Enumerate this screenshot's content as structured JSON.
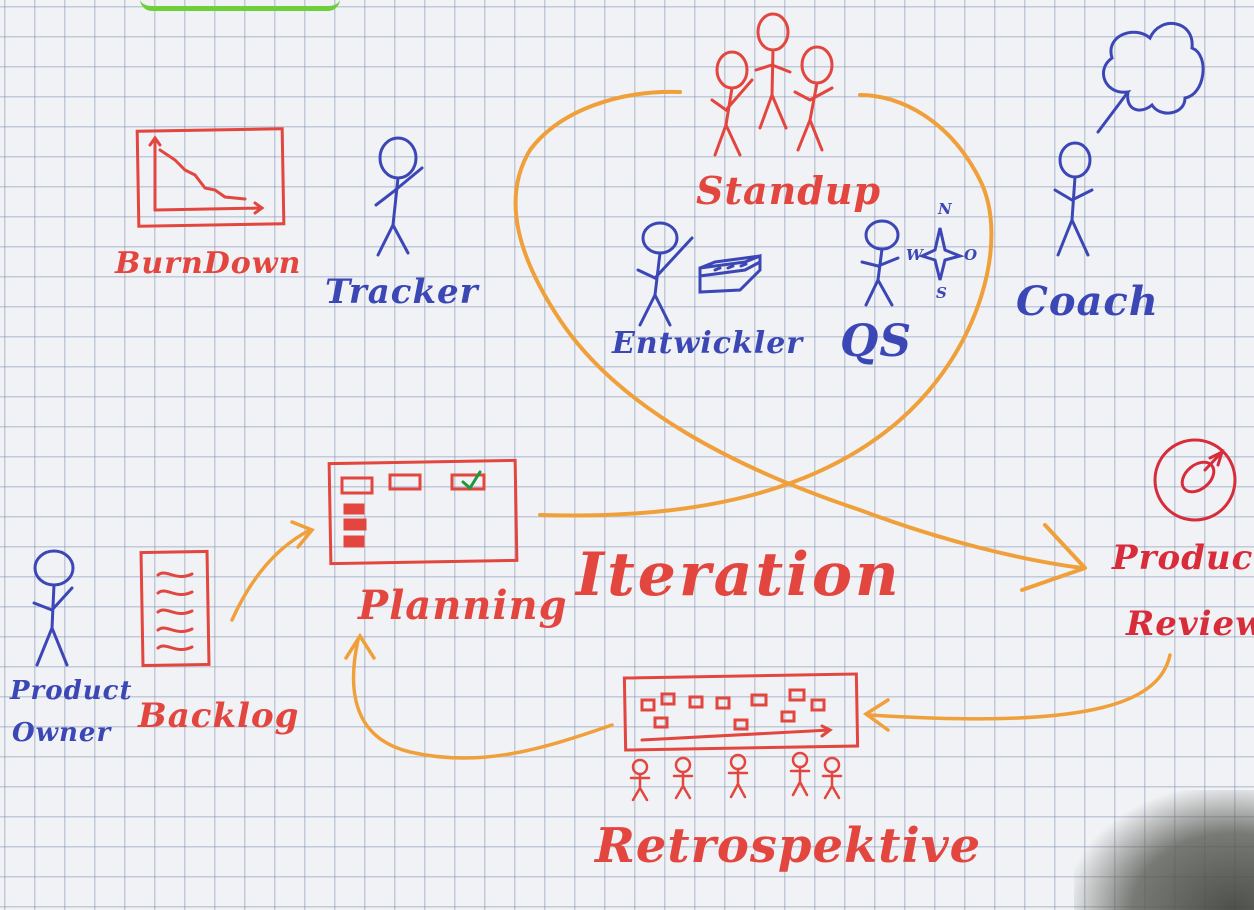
{
  "labels": {
    "burndown": "BurnDown",
    "tracker": "Tracker",
    "standup": "Standup",
    "entwickler": "Entwickler",
    "qs": "QS",
    "coach": "Coach",
    "planning": "Planning",
    "iteration": "Iteration",
    "product_review": [
      "Product",
      "Review"
    ],
    "product_owner": [
      "Product",
      "Owner"
    ],
    "backlog": "Backlog",
    "retrospective": "Retrospektive"
  },
  "compass": {
    "n": "N",
    "w": "W",
    "o": "O",
    "s": "S"
  },
  "colors": {
    "red": "#e2463f",
    "blue": "#3c47b6",
    "orange": "#f0a03a",
    "grid": "#8e9ab5"
  }
}
